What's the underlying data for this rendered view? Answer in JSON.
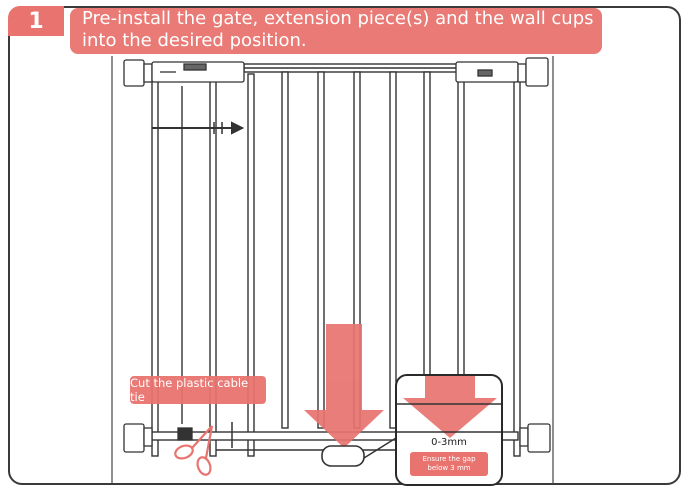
{
  "step": {
    "number": "1",
    "instruction_line1": "Pre-install the gate, extension piece(s) and the wall cups",
    "instruction_line2": "into the desired position."
  },
  "callouts": {
    "cut_tie": "Cut the plastic cable tie",
    "gap_range": "0-3mm",
    "ensure_line1": "Ensure the gap",
    "ensure_line2": "below 3 mm"
  },
  "colors": {
    "accent": "#e8736f",
    "line": "#333333",
    "frame": "#3a3a3a"
  },
  "icons": {
    "scissors": "scissors-icon",
    "arrow_down": "arrow-down-icon",
    "arrow_right": "arrow-right-icon"
  }
}
